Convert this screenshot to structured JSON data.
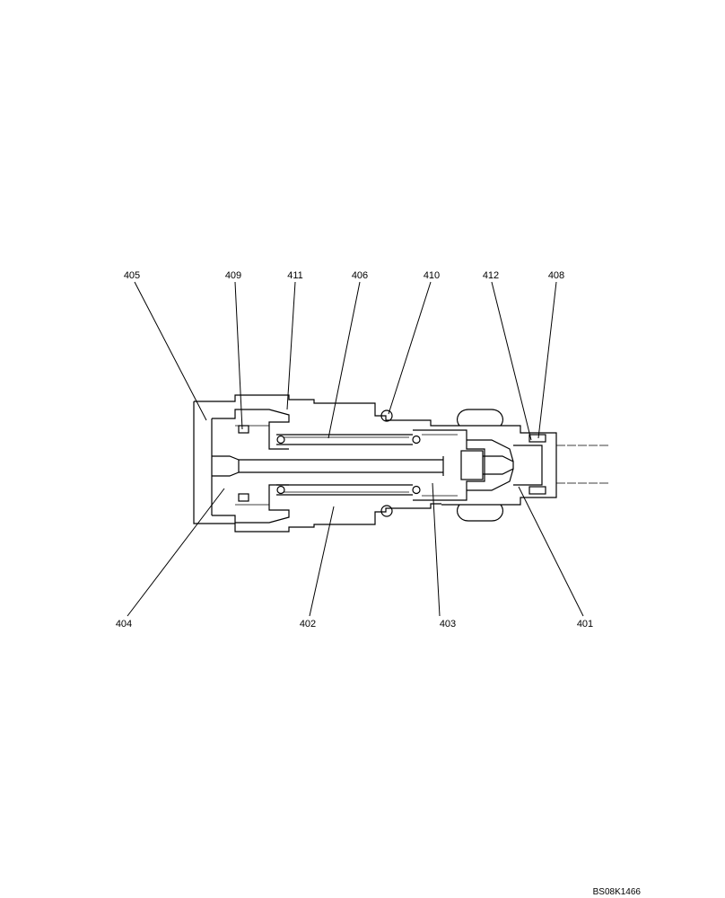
{
  "callouts": {
    "c405": "405",
    "c409": "409",
    "c411": "411",
    "c406": "406",
    "c410": "410",
    "c412": "412",
    "c408": "408",
    "c404": "404",
    "c402": "402",
    "c403": "403",
    "c401": "401"
  },
  "reference_code": "BS08K1466"
}
